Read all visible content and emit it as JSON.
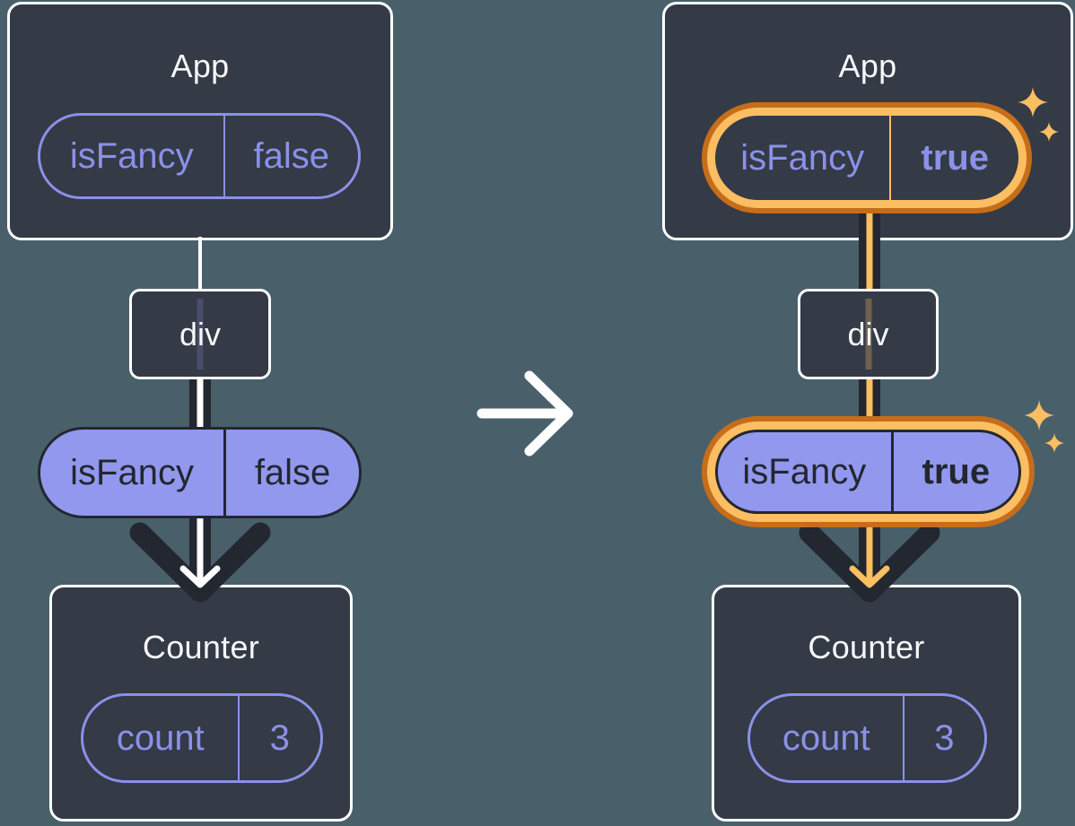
{
  "diagram": {
    "before": {
      "app": {
        "title": "App",
        "prop": {
          "name": "isFancy",
          "value": "false"
        }
      },
      "container": {
        "label": "div"
      },
      "passed_prop": {
        "name": "isFancy",
        "value": "false"
      },
      "counter": {
        "title": "Counter",
        "state": {
          "name": "count",
          "value": "3"
        }
      }
    },
    "after": {
      "app": {
        "title": "App",
        "prop": {
          "name": "isFancy",
          "value": "true"
        }
      },
      "container": {
        "label": "div"
      },
      "passed_prop": {
        "name": "isFancy",
        "value": "true"
      },
      "counter": {
        "title": "Counter",
        "state": {
          "name": "count",
          "value": "3"
        }
      }
    },
    "icons": {
      "transition": "arrow-right-icon",
      "highlight": "sparkles-icon"
    },
    "colors": {
      "background": "#49606A",
      "card_background": "#343A46",
      "card_border": "#FFFFFF",
      "purple_outline": "#8A91E8",
      "purple_fill": "#9298EE",
      "dark_ink": "#23272F",
      "orange_highlight": "#FBBE62",
      "orange_ring": "#C66D1A",
      "white_line": "#FFFFFF"
    }
  }
}
